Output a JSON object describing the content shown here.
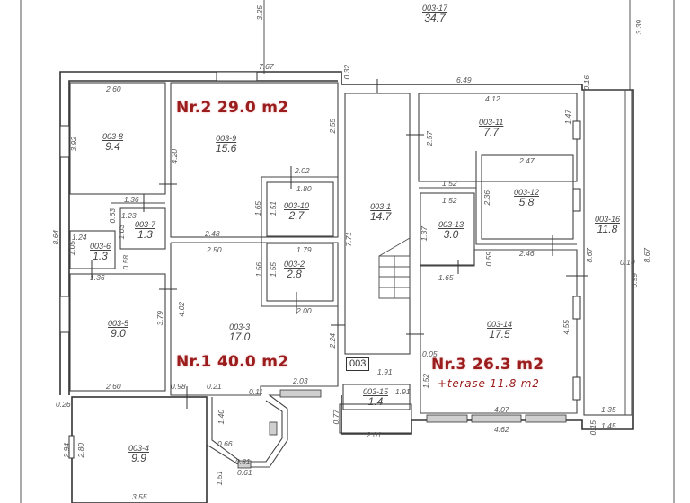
{
  "units": [
    {
      "id": "unit-1",
      "label": "Nr.1 40.0 m2",
      "color": "#9b1c1c"
    },
    {
      "id": "unit-2",
      "label": "Nr.2 29.0 m2",
      "color": "#9b1c1c"
    },
    {
      "id": "unit-3",
      "label": "Nr.3 26.3 m2",
      "extra": "+terase 11.8 m2",
      "color": "#9b1c1c"
    }
  ],
  "building_tag": "003",
  "rooms": [
    {
      "id": "003-1",
      "area": "14.7"
    },
    {
      "id": "003-2",
      "area": "2.8"
    },
    {
      "id": "003-3",
      "area": "17.0"
    },
    {
      "id": "003-4",
      "area": "9.9"
    },
    {
      "id": "003-5",
      "area": "9.0"
    },
    {
      "id": "003-6",
      "area": "1.3"
    },
    {
      "id": "003-7",
      "area": "1.3"
    },
    {
      "id": "003-8",
      "area": "9.4"
    },
    {
      "id": "003-9",
      "area": "15.6"
    },
    {
      "id": "003-10",
      "area": "2.7"
    },
    {
      "id": "003-11",
      "area": "7.7"
    },
    {
      "id": "003-12",
      "area": "5.8"
    },
    {
      "id": "003-13",
      "area": "3.0"
    },
    {
      "id": "003-14",
      "area": "17.5"
    },
    {
      "id": "003-15",
      "area": "1.4"
    },
    {
      "id": "003-16",
      "area": "11.8"
    },
    {
      "id": "003-17",
      "area": "34.7"
    }
  ],
  "dimensions": {
    "d325": "3.25",
    "d767": "7.67",
    "d032": "0.32",
    "d649": "6.49",
    "d016": "0.16",
    "d339": "3.39",
    "d260a": "2.60",
    "d255": "2.55",
    "d412": "4.12",
    "d147": "1.47",
    "d257": "2.57",
    "d392": "3.92",
    "d420": "4.20",
    "d202": "2.02",
    "d180": "1.80",
    "d247": "2.47",
    "d136a": "1.36",
    "d123": "1.23",
    "d063": "0.63",
    "d165": "1.65",
    "d151": "1.51",
    "d152a": "1.52",
    "d152b": "1.52",
    "d236": "2.36",
    "d103": "1.03",
    "d124": "1.24",
    "d105": "1.05",
    "d864": "8.64",
    "d248": "2.48",
    "d250": "2.50",
    "d179": "1.79",
    "d771": "7.71",
    "d137": "1.37",
    "d246": "2.46",
    "d059": "0.59",
    "d136b": "1.36",
    "d058": "0.58",
    "d156": "1.56",
    "d155": "1.55",
    "d165b": "1.65",
    "d867a": "8.67",
    "d867b": "8.67",
    "d099": "0.99",
    "d010": "0.10",
    "d379": "3.79",
    "d402": "4.02",
    "d200": "2.00",
    "d455": "4.55",
    "d224": "2.24",
    "d260b": "2.60",
    "d098": "0.98",
    "d021": "0.21",
    "d203": "2.03",
    "d011": "0.11",
    "d191a": "1.91",
    "d191b": "1.91",
    "d005": "0.05",
    "d152c": "1.52",
    "d026": "0.26",
    "d140": "1.40",
    "d077": "0.77",
    "d201": "2.01",
    "d407": "4.07",
    "d462": "4.62",
    "d135": "1.35",
    "d145": "1.45",
    "d015": "0.15",
    "d294": "2.94",
    "d280": "2.80",
    "d066": "0.66",
    "d061": "0.61",
    "d081": "0.81",
    "d151b": "1.51",
    "d355": "3.55"
  }
}
